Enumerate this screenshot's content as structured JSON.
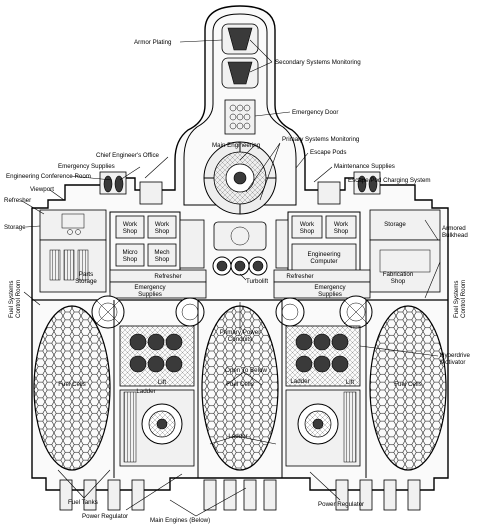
{
  "labels": {
    "armor_plating": "Armor Plating",
    "secondary_systems": "Secondary Systems Monitoring",
    "emergency_door": "Emergency Door",
    "primary_systems": "Primary Systems Monitoring",
    "main_engineering": "Main Engineering",
    "escape_pods": "Escape Pods",
    "chief_engineer_office": "Chief Engineer's Office",
    "maintenance_supplies": "Maintenance Supplies",
    "emergency_supplies_top": "Emergency Supplies",
    "escape_pod_charging": "Escape Pod Charging System",
    "eng_conference_room": "Engineering Conference Room",
    "viewport": "Viewport",
    "refresher_left": "Refresher",
    "storage_left": "Storage",
    "storage_right": "Storage",
    "armored_bulkhead_1": "Armored",
    "armored_bulkhead_2": "Bulkhead",
    "work_shop_1_a": "Work",
    "work_shop_1_b": "Shop",
    "work_shop_2_a": "Work",
    "work_shop_2_b": "Shop",
    "work_shop_3_a": "Work",
    "work_shop_3_b": "Shop",
    "work_shop_4_a": "Work",
    "work_shop_4_b": "Shop",
    "micro_shop_a": "Micro",
    "micro_shop_b": "Shop",
    "mech_shop_a": "Mech",
    "mech_shop_b": "Shop",
    "engineering_computer_a": "Engineering",
    "engineering_computer_b": "Computer",
    "parts_storage_a": "Parts",
    "parts_storage_b": "Storage",
    "refresher_center_left": "Refresher",
    "refresher_center_right": "Refresher",
    "fabrication_shop_a": "Fabrication",
    "fabrication_shop_b": "Shop",
    "fuel_sys_left_a": "Fuel Systems",
    "fuel_sys_left_b": "Control Room",
    "fuel_sys_right_a": "Fuel Systems",
    "fuel_sys_right_b": "Control Room",
    "turbolift": "Turbolift",
    "emergency_supplies_l_a": "Emergency",
    "emergency_supplies_l_b": "Supplies",
    "emergency_supplies_r_a": "Emergency",
    "emergency_supplies_r_b": "Supplies",
    "primary_power_a": "Primary Power",
    "primary_power_b": "Conduits",
    "hyperdrive_a": "Hyperdrive",
    "hyperdrive_b": "Motivator",
    "fuel_cells_left": "Fuel Cells",
    "fuel_cells_center": "Fuel Cells",
    "fuel_cells_right": "Fuel Cells",
    "lift_left": "Lift",
    "lift_right": "Lift",
    "open_to_below": "Open To Below",
    "ladder_left": "Ladder",
    "ladder_right": "Ladder",
    "ladder_center": "Ladder",
    "fuel_tanks": "Fuel Tanks",
    "power_regulator_left": "Power Regulator",
    "power_regulator_right": "Power Regulator",
    "main_engines": "Main Engines (Below)"
  }
}
